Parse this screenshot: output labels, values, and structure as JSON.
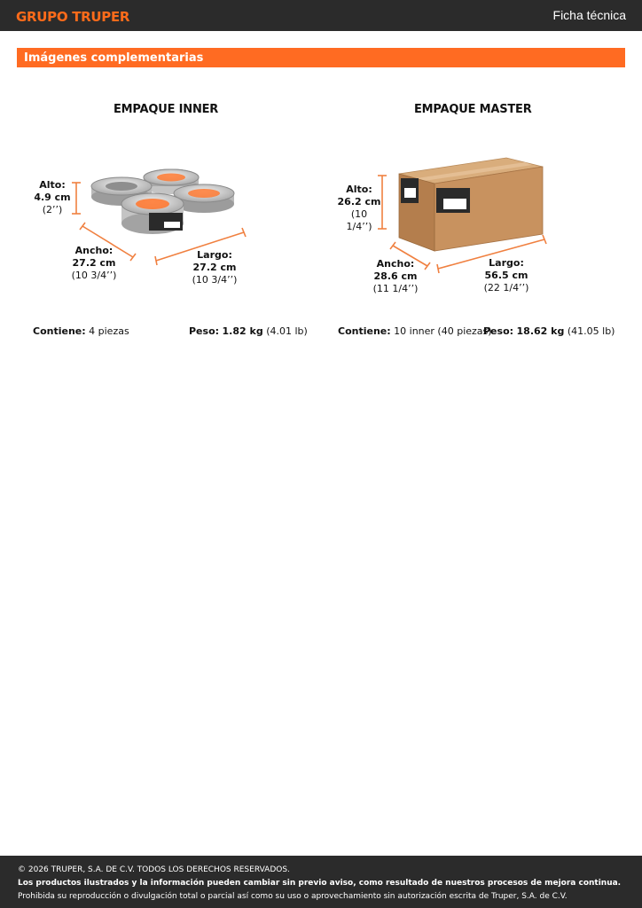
{
  "header": {
    "logo_text": "GRUPO TRUPER",
    "doc_type": "Ficha técnica",
    "bg_color": "#2b2b2b",
    "accent_color": "#ff6b22"
  },
  "section": {
    "title": "Imágenes complementarias"
  },
  "inner": {
    "title": "EMPAQUE INNER",
    "alto": {
      "label": "Alto:",
      "value": "4.9 cm",
      "imperial": "(2’’)"
    },
    "ancho": {
      "label": "Ancho:",
      "value": "27.2 cm",
      "imperial": "(10 3/4’’)"
    },
    "largo": {
      "label": "Largo:",
      "value": "27.2 cm",
      "imperial": "(10 3/4’’)"
    },
    "contiene_label": "Contiene:",
    "contiene_value": "4 piezas",
    "peso_label": "Peso:",
    "peso_value": "1.82 kg",
    "peso_imperial": "(4.01 lb)"
  },
  "master": {
    "title": "EMPAQUE MASTER",
    "alto": {
      "label": "Alto:",
      "value": "26.2 cm",
      "imperial": "(10 1/4’’)"
    },
    "ancho": {
      "label": "Ancho:",
      "value": "28.6 cm",
      "imperial": "(11 1/4’’)"
    },
    "largo": {
      "label": "Largo:",
      "value": "56.5 cm",
      "imperial": "(22 1/4’’)"
    },
    "contiene_label": "Contiene:",
    "contiene_value": "10 inner (40 piezas)",
    "peso_label": "Peso:",
    "peso_value": "18.62 kg",
    "peso_imperial": "(41.05 lb)"
  },
  "footer": {
    "copyright": "© 2026 TRUPER, S.A. DE C.V. TODOS LOS DERECHOS RESERVADOS.",
    "notice": "Los productos ilustrados y la información pueden cambiar sin previo aviso, como resultado de nuestros procesos de mejora continua.",
    "prohibition": "Prohibida su reproducción o divulgación total o parcial así como su uso o aprovechamiento sin autorización escrita de Truper, S.A. de C.V."
  }
}
